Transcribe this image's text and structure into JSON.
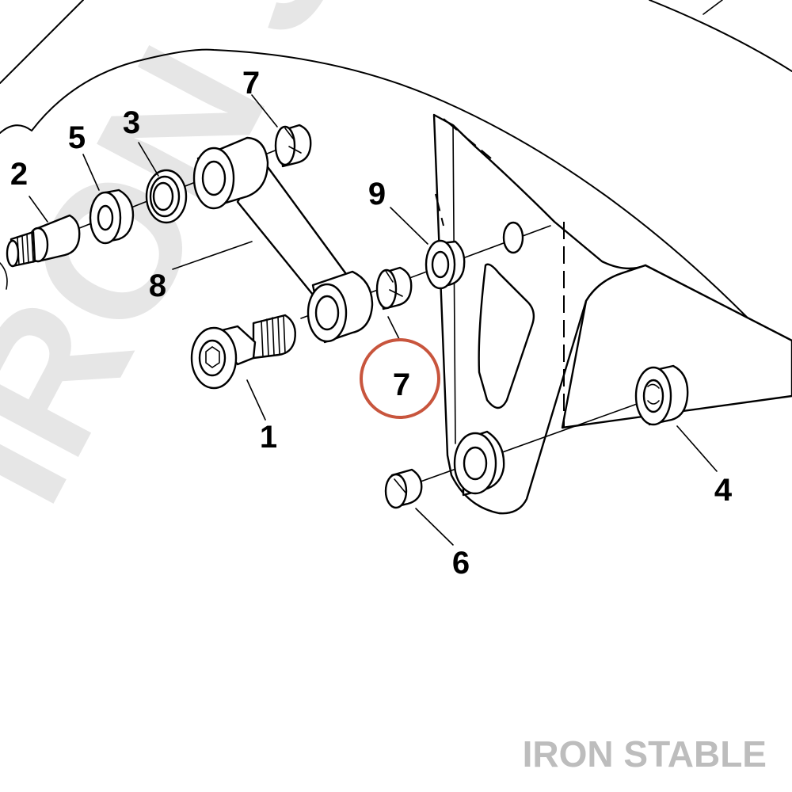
{
  "diagram": {
    "watermark": "IRON SIX",
    "brand": "IRON STABLE",
    "callouts": [
      {
        "id": "callout-1",
        "label": "1"
      },
      {
        "id": "callout-2",
        "label": "2"
      },
      {
        "id": "callout-3",
        "label": "3"
      },
      {
        "id": "callout-4",
        "label": "4"
      },
      {
        "id": "callout-5",
        "label": "5"
      },
      {
        "id": "callout-6",
        "label": "6"
      },
      {
        "id": "callout-7-top",
        "label": "7"
      },
      {
        "id": "callout-7-highlighted",
        "label": "7"
      },
      {
        "id": "callout-8",
        "label": "8"
      },
      {
        "id": "callout-9",
        "label": "9"
      }
    ],
    "colors": {
      "highlight": "#c8553d",
      "line": "#000000",
      "watermark": "#e6e6e6",
      "brand": "#bdbdbd",
      "background": "#ffffff"
    }
  }
}
